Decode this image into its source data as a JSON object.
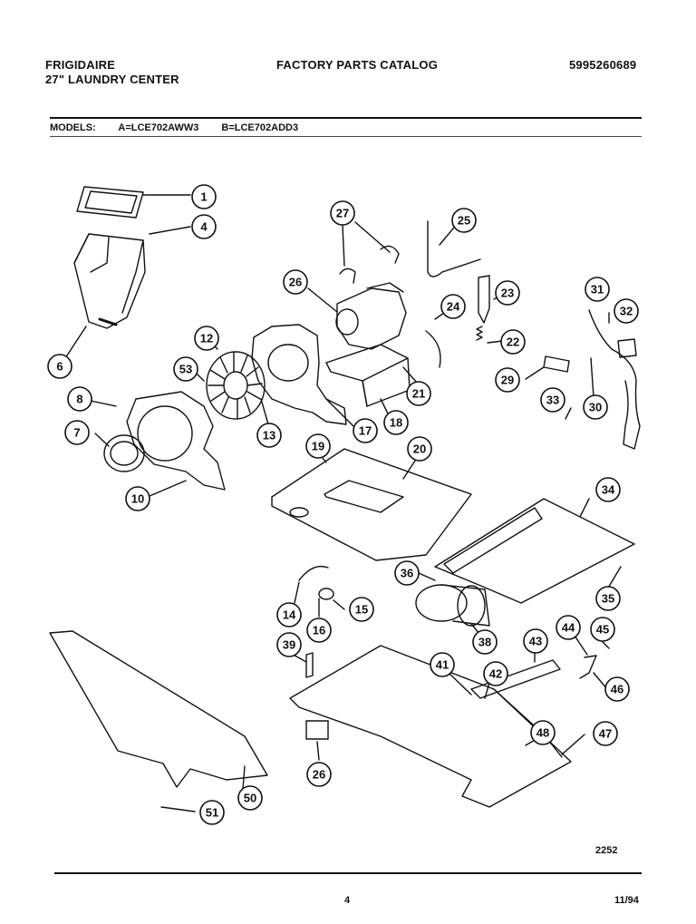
{
  "header": {
    "brand": "FRIGIDAIRE",
    "product": "27\" LAUNDRY CENTER",
    "catalog": "FACTORY PARTS CATALOG",
    "catalog_number": "5995260689"
  },
  "models": {
    "label": "MODELS:",
    "model_a": "A=LCE702AWW3",
    "model_b": "B=LCE702ADD3"
  },
  "callouts": [
    "1",
    "4",
    "6",
    "27",
    "25",
    "26",
    "24",
    "23",
    "31",
    "32",
    "22",
    "12",
    "53",
    "21",
    "29",
    "8",
    "33",
    "30",
    "13",
    "17",
    "18",
    "7",
    "19",
    "20",
    "10",
    "34",
    "36",
    "14",
    "15",
    "16",
    "35",
    "38",
    "43",
    "44",
    "45",
    "39",
    "41",
    "42",
    "46",
    "48",
    "47",
    "26",
    "50",
    "51"
  ],
  "footer": {
    "figure_number": "2252",
    "page": "4",
    "date": "11/94"
  }
}
